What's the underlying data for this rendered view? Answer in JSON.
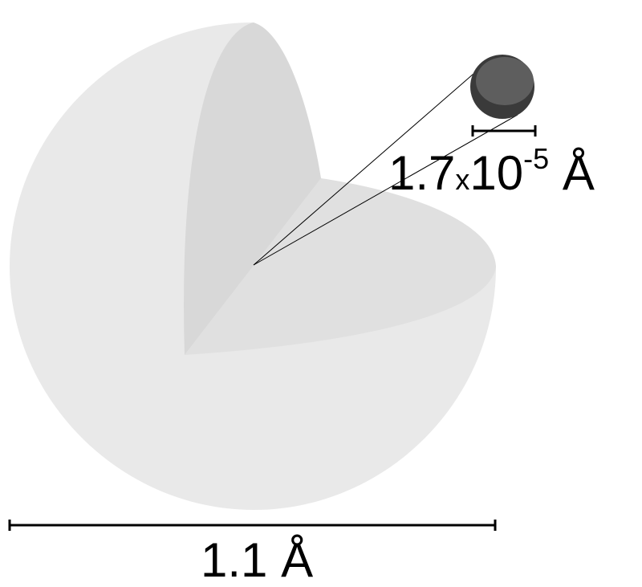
{
  "labels": {
    "atom_diameter": "1.1 Å",
    "nucleus_coefficient": "1.7",
    "nucleus_times": "x",
    "nucleus_base": "10",
    "nucleus_exponent": "-5",
    "nucleus_unit": "Å"
  },
  "colors": {
    "sphere_outer": "#e9e9e9",
    "sphere_cut_back": "#d8d8d8",
    "sphere_cut_floor": "#e0e0e0",
    "nucleus_dark": "#3a3a3a",
    "nucleus_light": "#5e5e5e",
    "line": "#000000"
  }
}
